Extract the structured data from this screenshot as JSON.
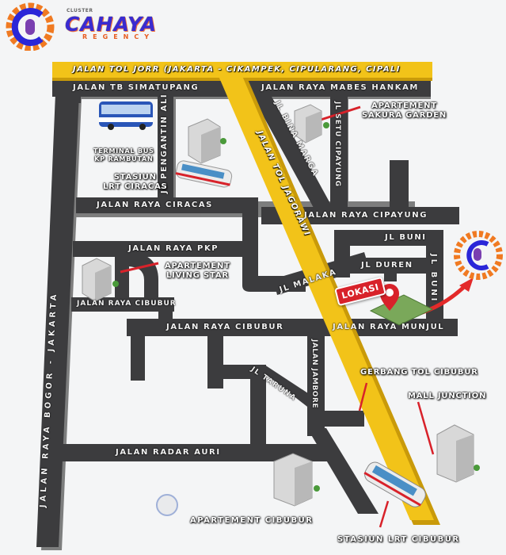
{
  "brand": {
    "cluster": "CLUSTER",
    "name": "CAHAYA",
    "sub": "REGENCY",
    "colors": {
      "primary": "#3a2bd1",
      "accent": "#e85d20"
    }
  },
  "map": {
    "colors": {
      "background": "#f4f5f6",
      "road": "#3c3c3e",
      "toll": "#f2c319",
      "pointer": "#d8222a"
    },
    "toll_roads": {
      "jorr": "JALAN TOL JORR (JAKARTA - CIKAMPEK, CIPULARANG, CIPALI",
      "jagorawi": "JALAN TOL JAGORAWI"
    },
    "roads": {
      "tb_simatupang": "JALAN TB SIMATUPANG",
      "mabes_hankam": "JALAN RAYA MABES HANKAM",
      "bogor_jakarta": "JALAN RAYA BOGOR - JAKARTA",
      "pengantin_ali": "JL PENGANTIN ALI",
      "bina_marga": "JL BINA MARGA",
      "setu_cipayung": "JL SETU CIPAYUNG",
      "ciracas": "JALAN RAYA CIRACAS",
      "cipayung": "JALAN RAYA CIPAYUNG",
      "pkp": "JALAN RAYA PKP",
      "buni_top": "JL BUNI",
      "buni_right": "JL BUNI",
      "duren": "JL DUREN",
      "malaka": "JL MALAKA",
      "cibubur_left": "JALAN RAYA CIBUBUR",
      "cibubur_main": "JALAN RAYA CIBUBUR",
      "munjul": "JALAN RAYA MUNJUL",
      "taruna": "JL TARUNA",
      "jambore": "JALAN JAMBORE",
      "radar_auri": "JALAN RADAR AURI"
    },
    "pois": {
      "terminal_bus": [
        "TERMINAL BUS",
        "KP RAMBUTAN"
      ],
      "lrt_ciracas": [
        "STASIUN",
        "LRT CIRACAS"
      ],
      "sakura_garden": [
        "APARTEMENT",
        "SAKURA GARDEN"
      ],
      "living_star": [
        "APARTEMENT",
        "LIVING STAR"
      ],
      "lokasi": "LOKASI",
      "gerbang_tol": "GERBANG TOL CIBUBUR",
      "mall_junction": "MALL JUNCTION",
      "apt_cibubur": "APARTEMENT CIBUBUR",
      "lrt_cibubur": "STASIUN LRT CIBUBUR"
    }
  }
}
